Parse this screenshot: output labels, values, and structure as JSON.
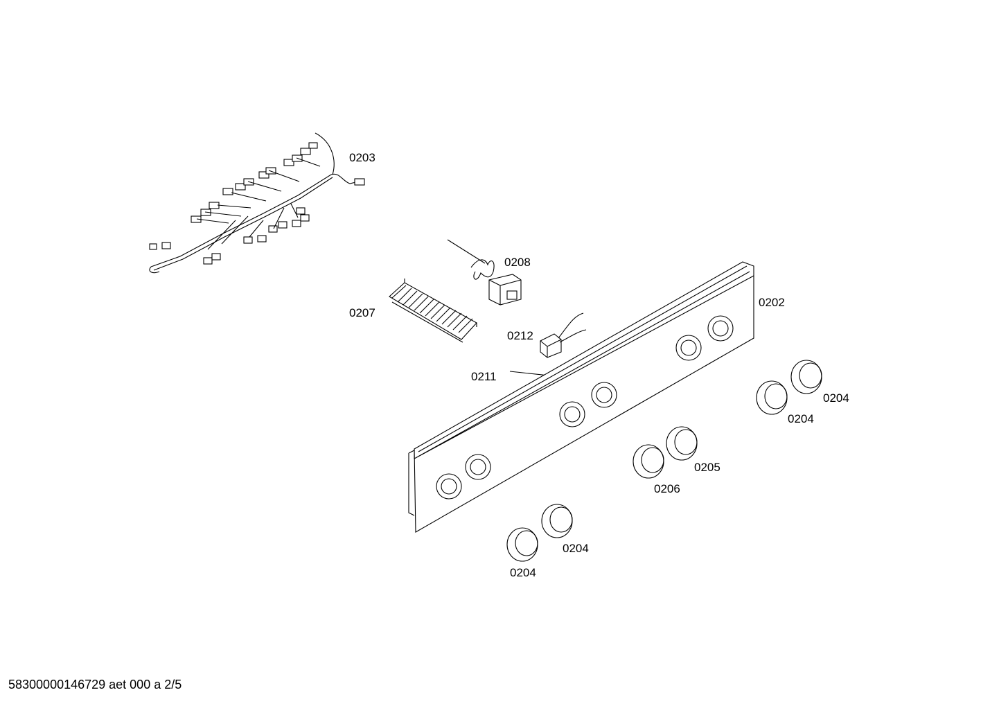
{
  "labels": {
    "harness": "0203",
    "thermostat": "0208",
    "heater_rack": "0207",
    "panel": "0202",
    "switch": "0212",
    "lamp": "0211",
    "knob_a": "0204",
    "knob_b": "0204",
    "knob_c": "0205",
    "knob_d": "0206",
    "knob_e": "0204",
    "knob_f": "0204"
  },
  "footer": {
    "document_id": "58300000146729 aet 000 a 2/5"
  }
}
